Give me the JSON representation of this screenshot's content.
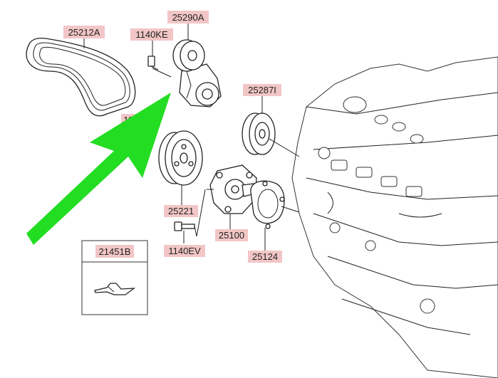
{
  "labels": {
    "belt": "25212A",
    "tensioner": "25290A",
    "tensioner_bolt": "1140KE",
    "idler": "25287I",
    "pump_pulley": "25221",
    "water_pump": "25100",
    "gasket": "25124",
    "pump_bolt": "1140EV",
    "inset_part": "21451B",
    "partial_hidden": "11"
  },
  "colors": {
    "label_bg": "#f2c6c6",
    "arrow": "#22dd22",
    "line": "#222222"
  }
}
